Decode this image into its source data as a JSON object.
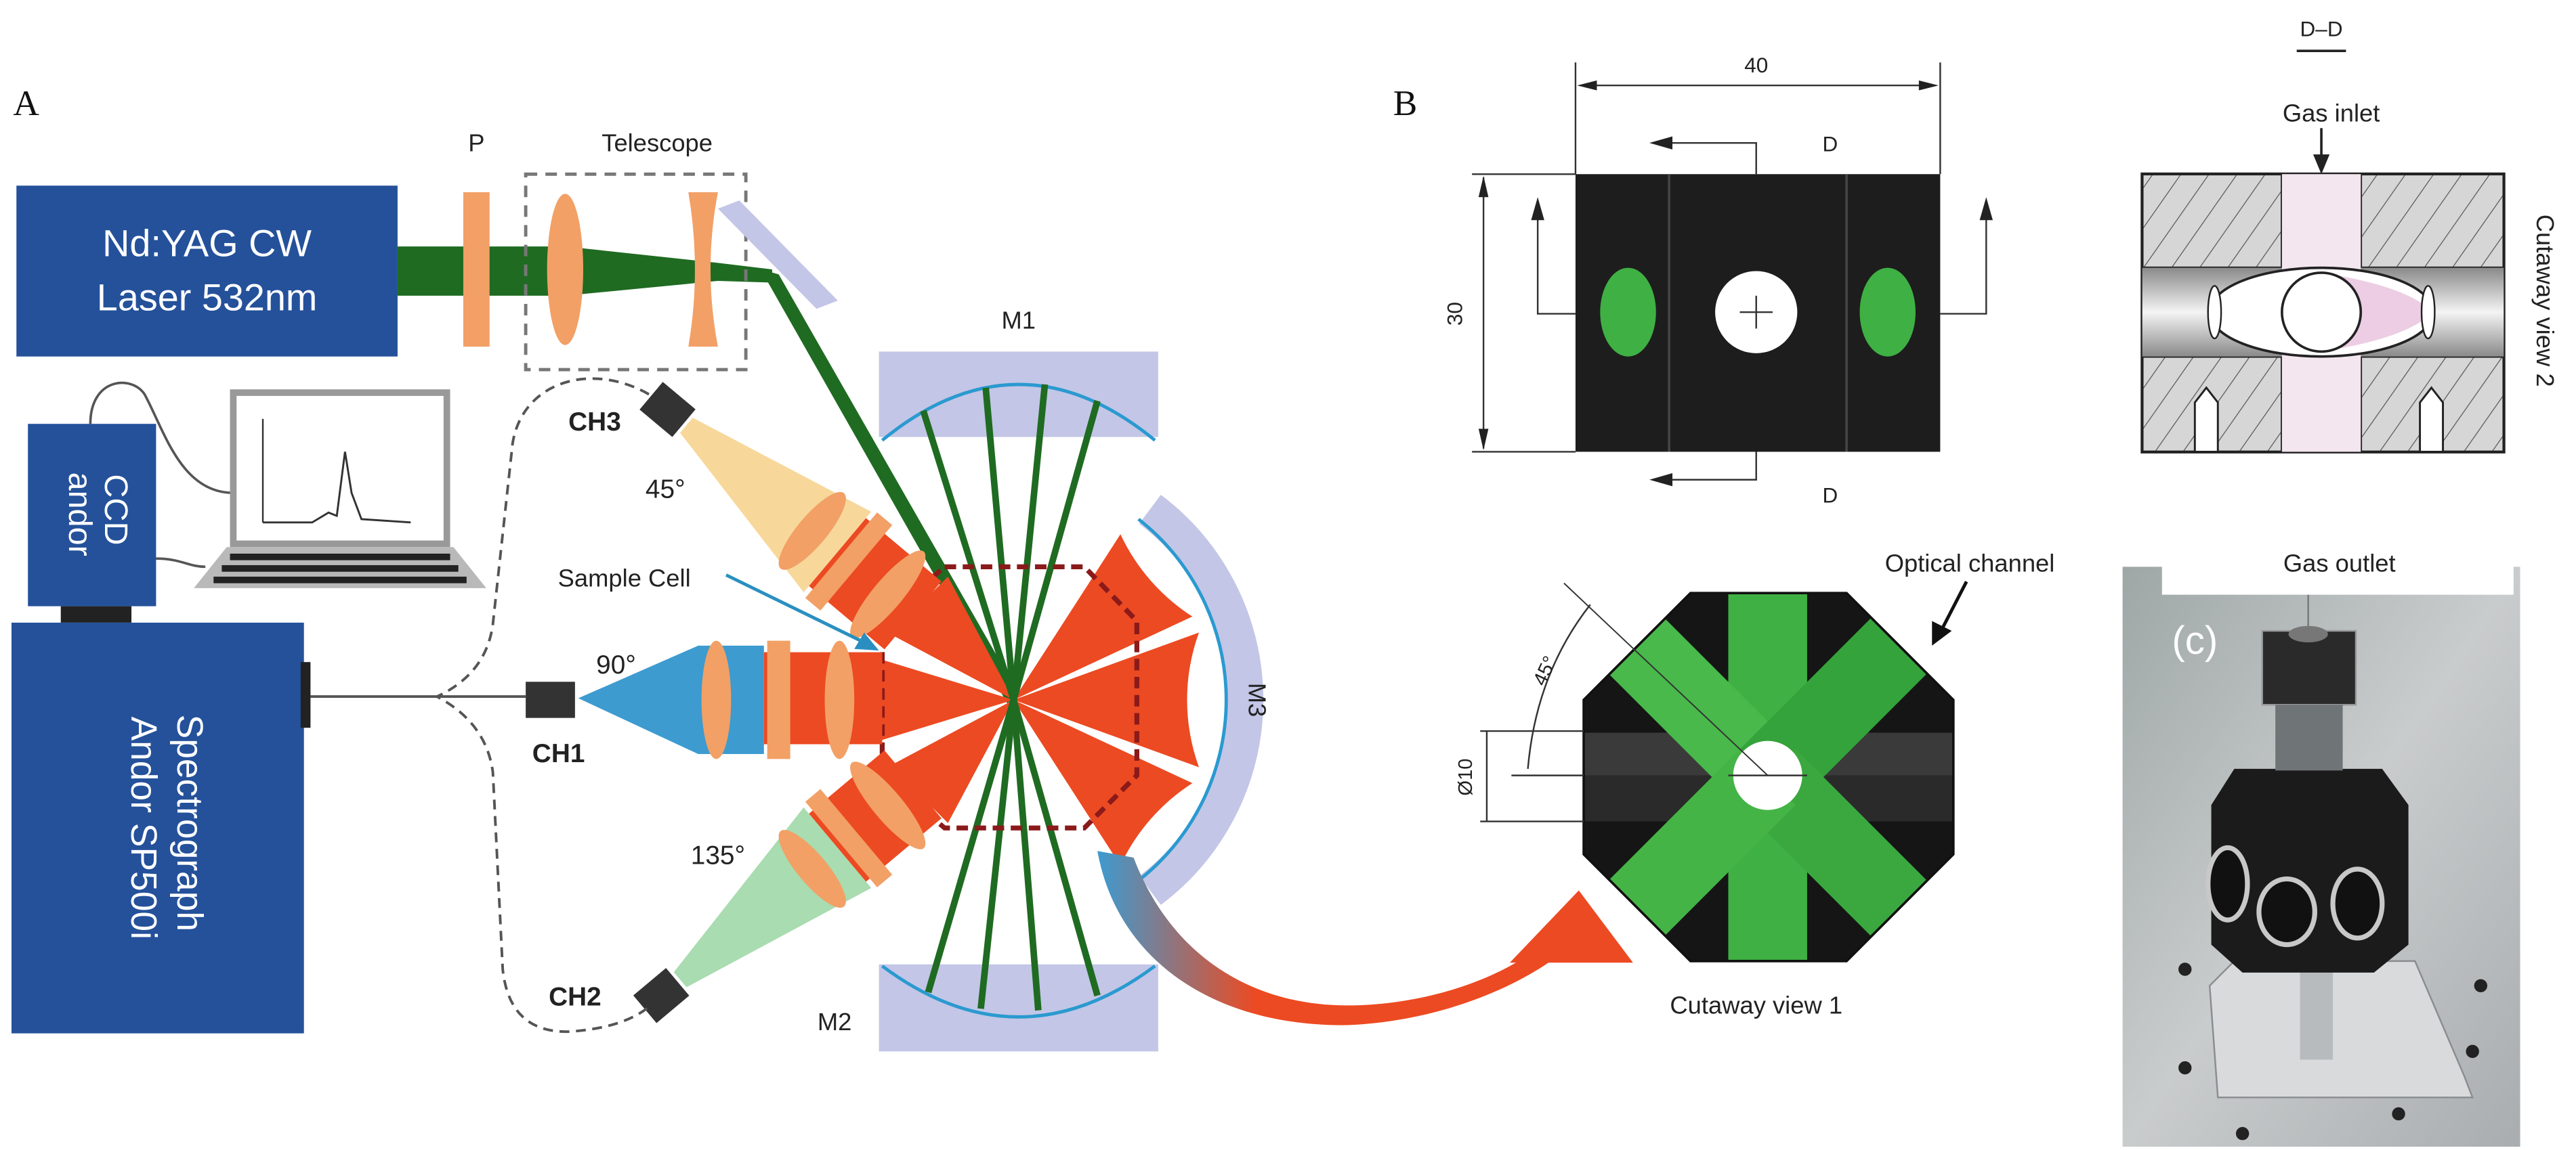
{
  "panel_labels": {
    "a": "A",
    "b": "B"
  },
  "setup": {
    "laser": {
      "line1": "Nd:YAG CW",
      "line2": "Laser 532nm"
    },
    "polarizer": "P",
    "telescope": "Telescope",
    "ccd": {
      "line1": "CCD",
      "line2": "andor"
    },
    "spectrograph": {
      "line1": "Spectrograph",
      "line2": "Andor SP500i"
    },
    "sample_cell": "Sample Cell",
    "channels": {
      "ch1": "CH1",
      "ch2": "CH2",
      "ch3": "CH3"
    },
    "angles": {
      "ch1": "90°",
      "ch2": "135°",
      "ch3": "45°"
    },
    "mirrors": {
      "m1": "M1",
      "m2": "M2",
      "m3": "M3"
    }
  },
  "cell": {
    "front_view": {
      "width_dim": "40",
      "height_dim": "30",
      "section_marker": "D"
    },
    "section_view": {
      "title": "D–D",
      "gas_inlet": "Gas inlet",
      "caption": "Cutaway view 2"
    },
    "cutaway1": {
      "angle_dim": "45°",
      "diameter_dim": "Ø10",
      "optical_channel": "Optical channel",
      "caption": "Cutaway view 1"
    },
    "photo": {
      "label": "(c)",
      "gas_outlet": "Gas outlet"
    }
  },
  "colors": {
    "instrument_blue": "#24519a",
    "laser_green": "#1f6b22",
    "scatter_red": "#ec4a22",
    "optic_orange": "#f2a066",
    "mirror_lavender": "#c3c6e6",
    "ch1_cone": "#3d9bd0",
    "ch2_cone": "#a9dcb0",
    "ch3_cone": "#f7d89a",
    "channel_green": "#3fb043"
  }
}
